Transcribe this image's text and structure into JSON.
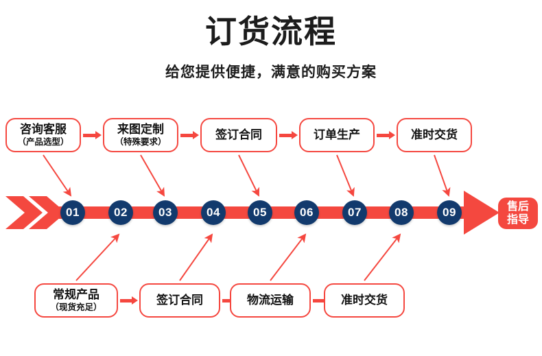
{
  "header": {
    "title": "订货流程",
    "subtitle": "给您提供便捷，满意的购买方案"
  },
  "colors": {
    "accent_red": "#f5473f",
    "circle_navy": "#123a6d",
    "text_dark": "#1c1c1c",
    "white": "#ffffff"
  },
  "top_row": {
    "boxes": [
      {
        "main": "咨询客服",
        "sub": "（产品选型）"
      },
      {
        "main": "来图定制",
        "sub": "（特殊要求）"
      },
      {
        "main": "签订合同",
        "sub": ""
      },
      {
        "main": "订单生产",
        "sub": ""
      },
      {
        "main": "准时交货",
        "sub": ""
      }
    ]
  },
  "bottom_row": {
    "boxes": [
      {
        "main": "常规产品",
        "sub": "（现货充足）"
      },
      {
        "main": "签订合同",
        "sub": ""
      },
      {
        "main": "物流运输",
        "sub": ""
      },
      {
        "main": "准时交货",
        "sub": ""
      }
    ]
  },
  "timeline": {
    "numbers": [
      "01",
      "02",
      "03",
      "04",
      "05",
      "06",
      "07",
      "08",
      "09"
    ],
    "end_label_line1": "售后",
    "end_label_line2": "指导"
  }
}
